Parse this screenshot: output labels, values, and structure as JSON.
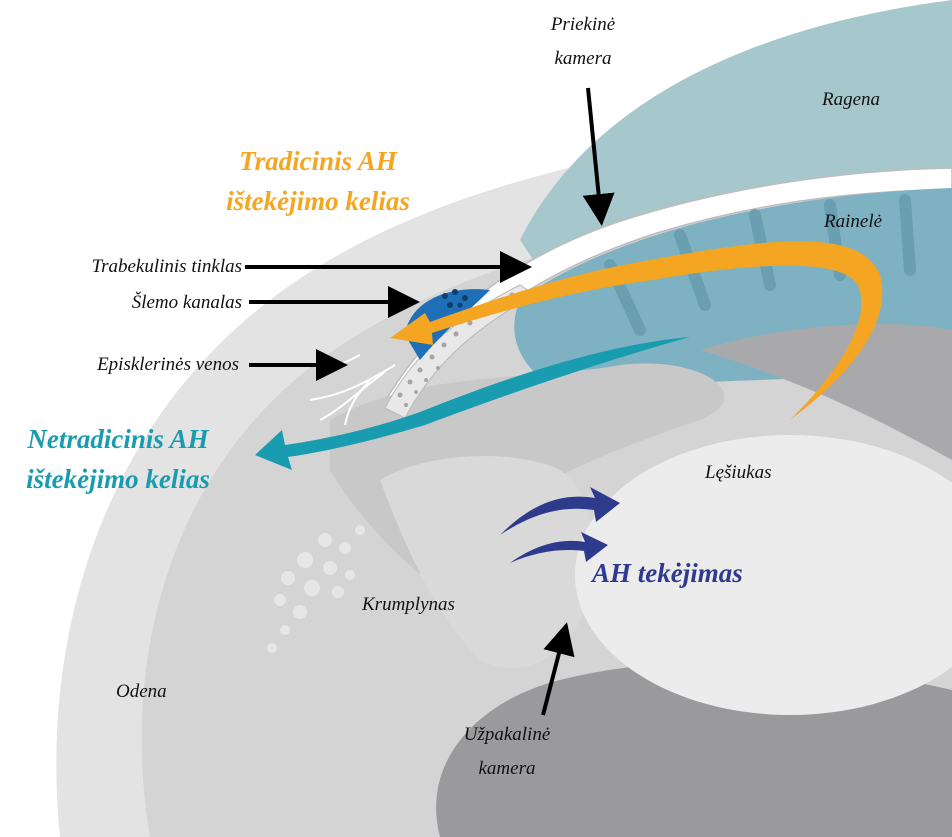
{
  "colors": {
    "cornea": "#a6c8cd",
    "iris": "#7eb1c2",
    "sclera": "#cdcdce",
    "traditional": "#f4a623",
    "nontraditional": "#1a9cb0",
    "flow": "#2e3a8c",
    "schlemm": "#1e6fb8"
  },
  "labels": {
    "anterior_chamber": [
      "Priekinė",
      "kamera"
    ],
    "cornea": "Ragena",
    "iris": "Rainelė",
    "trabecular": "Trabekulinis tinklas",
    "schlemm": "Šlemo kanalas",
    "episcleral": "Episklerinės venos",
    "lens": "Lęšiukas",
    "ciliary": "Krumplynas",
    "sclera": "Odena",
    "posterior_chamber": [
      "Užpakalinė",
      "kamera"
    ]
  },
  "pathways": {
    "traditional": [
      "Tradicinis AH",
      "ištekėjimo kelias"
    ],
    "nontraditional": [
      "Netradicinis AH",
      "ištekėjimo kelias"
    ],
    "flow": "AH tekėjimas"
  },
  "icons": [
    "pointer-arrow",
    "flow-arrow"
  ]
}
